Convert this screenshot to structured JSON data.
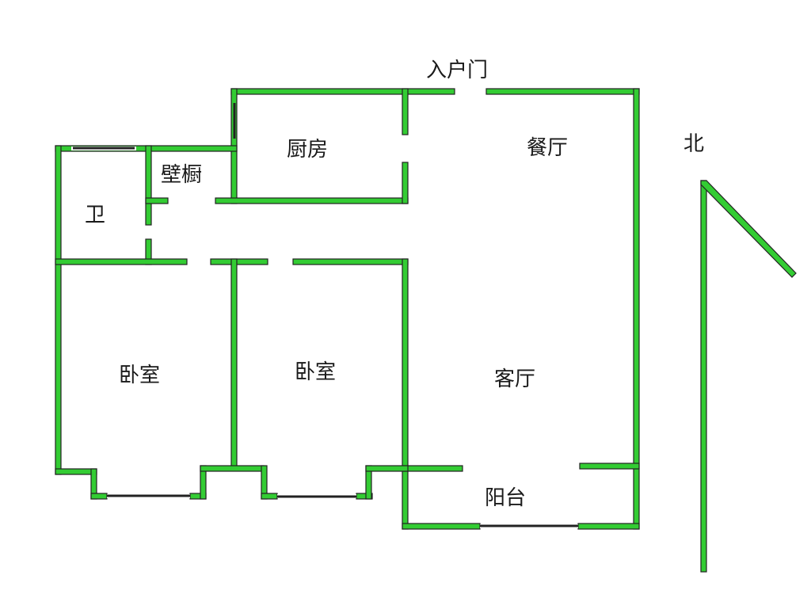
{
  "plan": {
    "rooms": {
      "entrance_door": "入户门",
      "kitchen": "厨房",
      "dining_room": "餐厅",
      "built_in_closet": "壁橱",
      "bathroom": "卫",
      "bedroom_left": "卧室",
      "bedroom_middle": "卧室",
      "living_room": "客厅",
      "balcony": "阳台"
    },
    "north_label": "北"
  },
  "colors": {
    "wall": "#33cc33",
    "wall_outline": "#222222",
    "window": "#222222",
    "text": "#1a1a1a"
  }
}
